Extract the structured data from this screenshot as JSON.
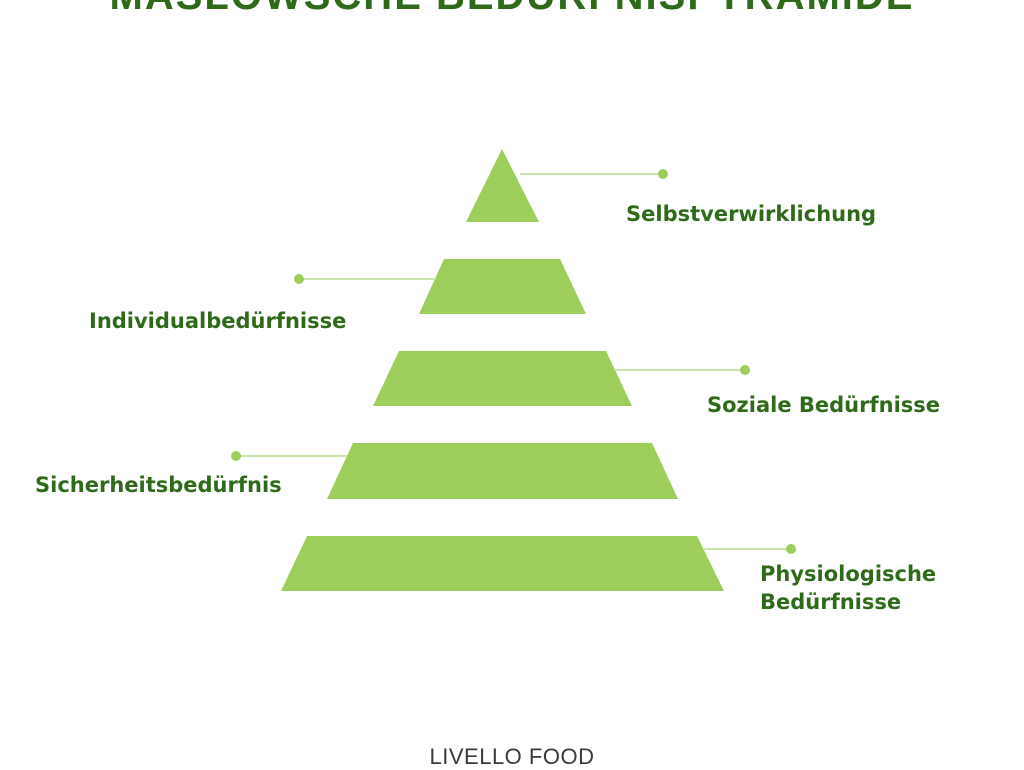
{
  "title": "MASLOWSCHE BEDÜRFNISPYRAMIDE",
  "levels": [
    {
      "level": 1,
      "label": "Selbstverwirklichung"
    },
    {
      "level": 2,
      "label": "Individualbedürfnisse"
    },
    {
      "level": 3,
      "label": "Soziale Bedürfnisse"
    },
    {
      "level": 4,
      "label": "Sicherheitsbedürfnis"
    },
    {
      "level": 5,
      "label": "Physiologische Bedürfnisse"
    }
  ],
  "footer": "LIVELLO FOOD",
  "colors": {
    "pyramid_fill": "#9dcd5a",
    "label_text": "#2f6a1a",
    "connector_line": "#b9dc91",
    "connector_dot": "#9dcd5a",
    "footer_text": "#3a3a3a"
  }
}
